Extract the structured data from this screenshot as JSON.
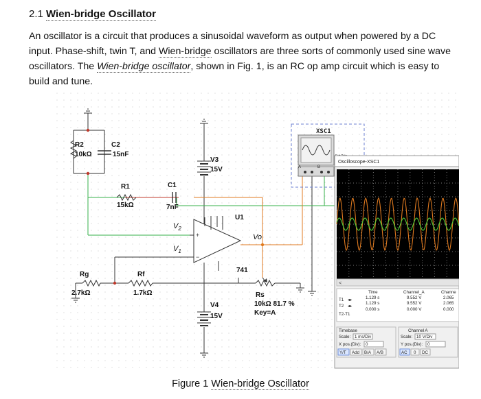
{
  "heading": {
    "number": "2.1",
    "title": "Wien-bridge Oscillator"
  },
  "paragraph": {
    "part1": "An oscillator is a circuit that produces a sinusoidal waveform as output when powered by a DC input. Phase-shift, twin T, and ",
    "link1": "Wien-bridge",
    "part2": " oscillators are three sorts of commonly used sine wave oscillators. The ",
    "link2": "Wien-bridge oscillator",
    "part3": ", shown in Fig. 1,  is an RC op amp circuit which is easy to build and tune."
  },
  "schematic": {
    "r2": {
      "name": "R2",
      "value": "10kΩ"
    },
    "c2": {
      "name": "C2",
      "value": "15nF"
    },
    "r1": {
      "name": "R1",
      "value": "15kΩ"
    },
    "c1": {
      "name": "C1",
      "value": "7nF"
    },
    "v3": {
      "name": "V3",
      "value": "15V"
    },
    "v4": {
      "name": "V4",
      "value": "15V"
    },
    "u1": {
      "name": "U1",
      "model": "741"
    },
    "v2_label": "V",
    "v2_sub": "2",
    "v1_label": "V",
    "v1_sub": "1",
    "vo_label": "Vo",
    "rg": {
      "name": "Rg",
      "value": "2.7kΩ"
    },
    "rf": {
      "name": "Rf",
      "value": "1.7kΩ"
    },
    "rs": {
      "name": "Rs",
      "value": "10kΩ  81.7 %",
      "key": "Key=A"
    },
    "xsc_label": "XSC1",
    "ext_trig": "Ext Trig",
    "pin_a": "A",
    "pin_b": "B"
  },
  "oscilloscope": {
    "window_title": "Oscilloscope-XSC1",
    "rows": [
      {
        "label": "T1",
        "time": "1.129 s",
        "ch_a": "9.552 V",
        "ch_b": "2.065"
      },
      {
        "label": "T2",
        "time": "1.129 s",
        "ch_a": "9.552 V",
        "ch_b": "2.065"
      },
      {
        "label": "T2-T1",
        "time": "0.000 s",
        "ch_a": "0.000 V",
        "ch_b": "0.000"
      }
    ],
    "col_time": "Time",
    "col_a": "Channel_A",
    "col_b": "Channe",
    "timebase_title": "Timebase",
    "scale_label": "Scale:",
    "timebase_scale": "1 ms/Div",
    "xpos_label": "X pos.(Div):",
    "xpos": "0",
    "buttons_tb": [
      "Y/T",
      "Add",
      "B/A",
      "A/B"
    ],
    "channel_a_title": "Channel A",
    "ch_scale_label": "Scale:",
    "ch_scale": "10  V/Div",
    "ypos_label": "Y pos.(Div):",
    "ypos": "0",
    "buttons_ch": [
      "AC",
      "0",
      "DC"
    ],
    "colors": {
      "screen_bg": "#000000",
      "trace_a": "#e07a1f",
      "trace_b": "#4fcf3a",
      "grid": "#7a7a7a"
    }
  },
  "caption": {
    "prefix": "Figure 1 ",
    "title": "Wien-bridge Oscillator"
  }
}
